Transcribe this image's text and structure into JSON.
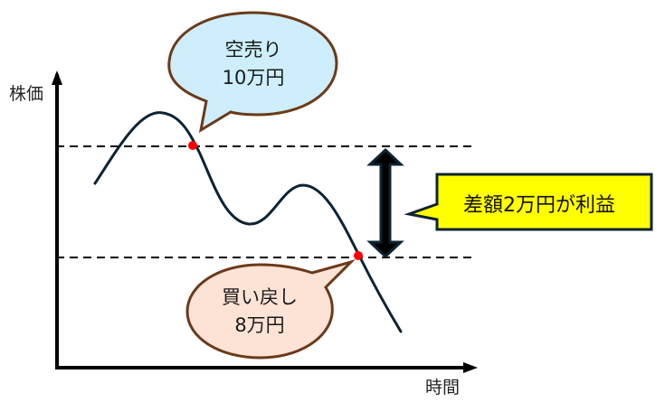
{
  "axes": {
    "y_label": "株価",
    "x_label": "時間"
  },
  "bubbles": {
    "sell": {
      "line1": "空売り",
      "line2": "10万円",
      "fill": "#cdeefa",
      "stroke": "#6b3a1a"
    },
    "buyback": {
      "line1": "買い戻し",
      "line2": "8万円",
      "fill": "#fce3d6",
      "stroke": "#6b3a1a"
    }
  },
  "callout": {
    "text": "差額2万円が利益",
    "fill": "#ffff00",
    "stroke": "#0d2333"
  },
  "colors": {
    "curve": "#0d2333",
    "axis": "#000000",
    "dashed": "#000000",
    "marker": "#ff0000"
  },
  "levels": {
    "sell_price": "10万円",
    "buyback_price": "8万円",
    "profit": "2万円"
  }
}
